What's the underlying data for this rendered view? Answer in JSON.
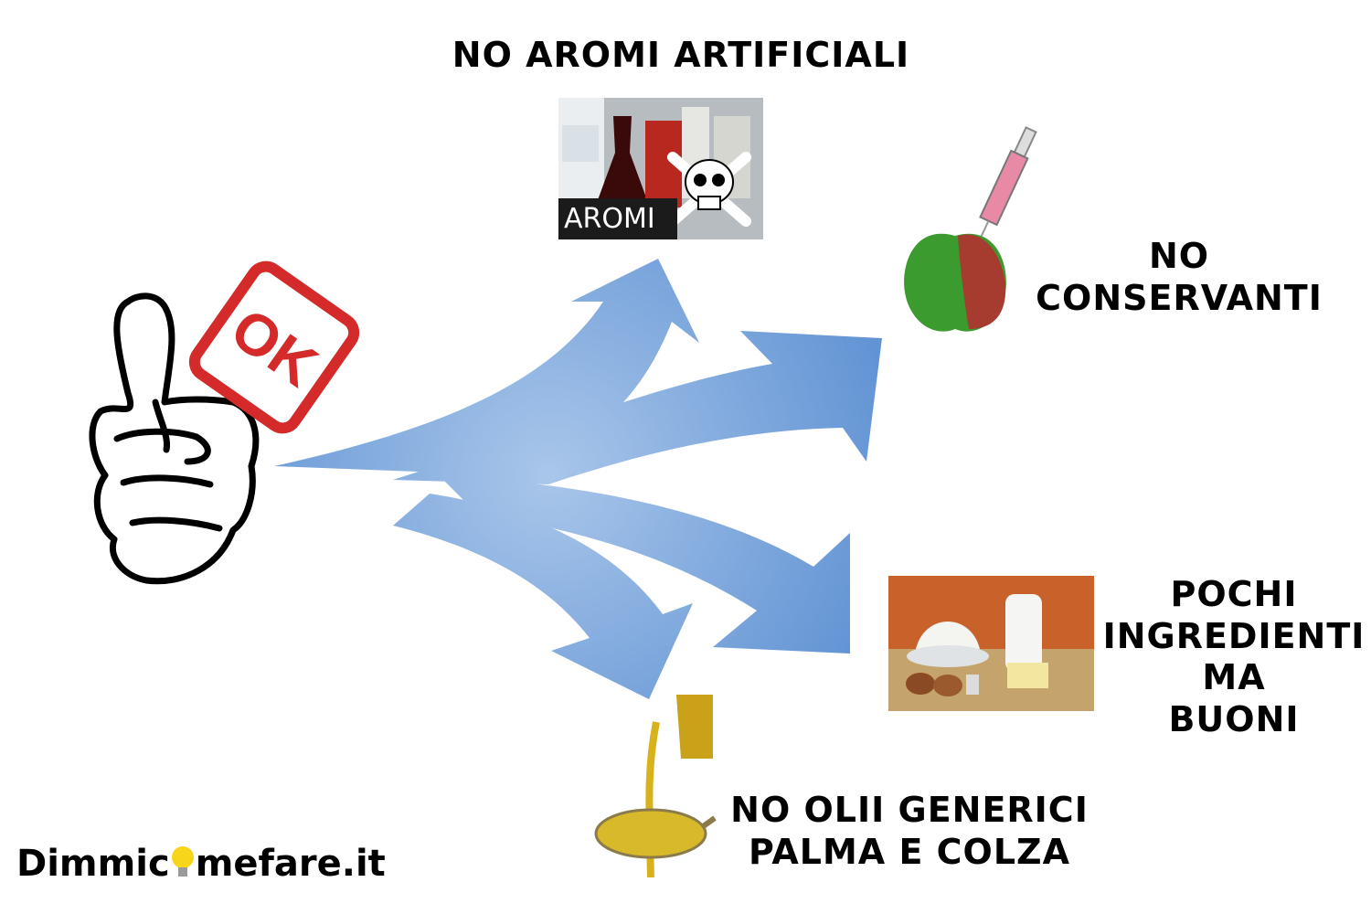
{
  "labels": {
    "aromi": "NO AROMI ARTIFICIALI",
    "conservanti": [
      "NO",
      "CONSERVANTI"
    ],
    "ingredienti": [
      "POCHI",
      "INGREDIENTI",
      "MA",
      "BUONI"
    ],
    "olii": [
      "NO OLII GENERICI",
      "PALMA E COLZA"
    ]
  },
  "aromi_image_caption": "AROMI",
  "ok_stamp": "OK",
  "brand": {
    "left": "Dimmic",
    "right": "mefare.it"
  },
  "colors": {
    "arrow": "#6a9bd6",
    "arrow_light": "#a9c6ea",
    "stamp": "#d42a2a"
  },
  "icons": [
    "thumbs-up-icon",
    "skull-icon",
    "syringe-icon",
    "bulb-icon"
  ]
}
